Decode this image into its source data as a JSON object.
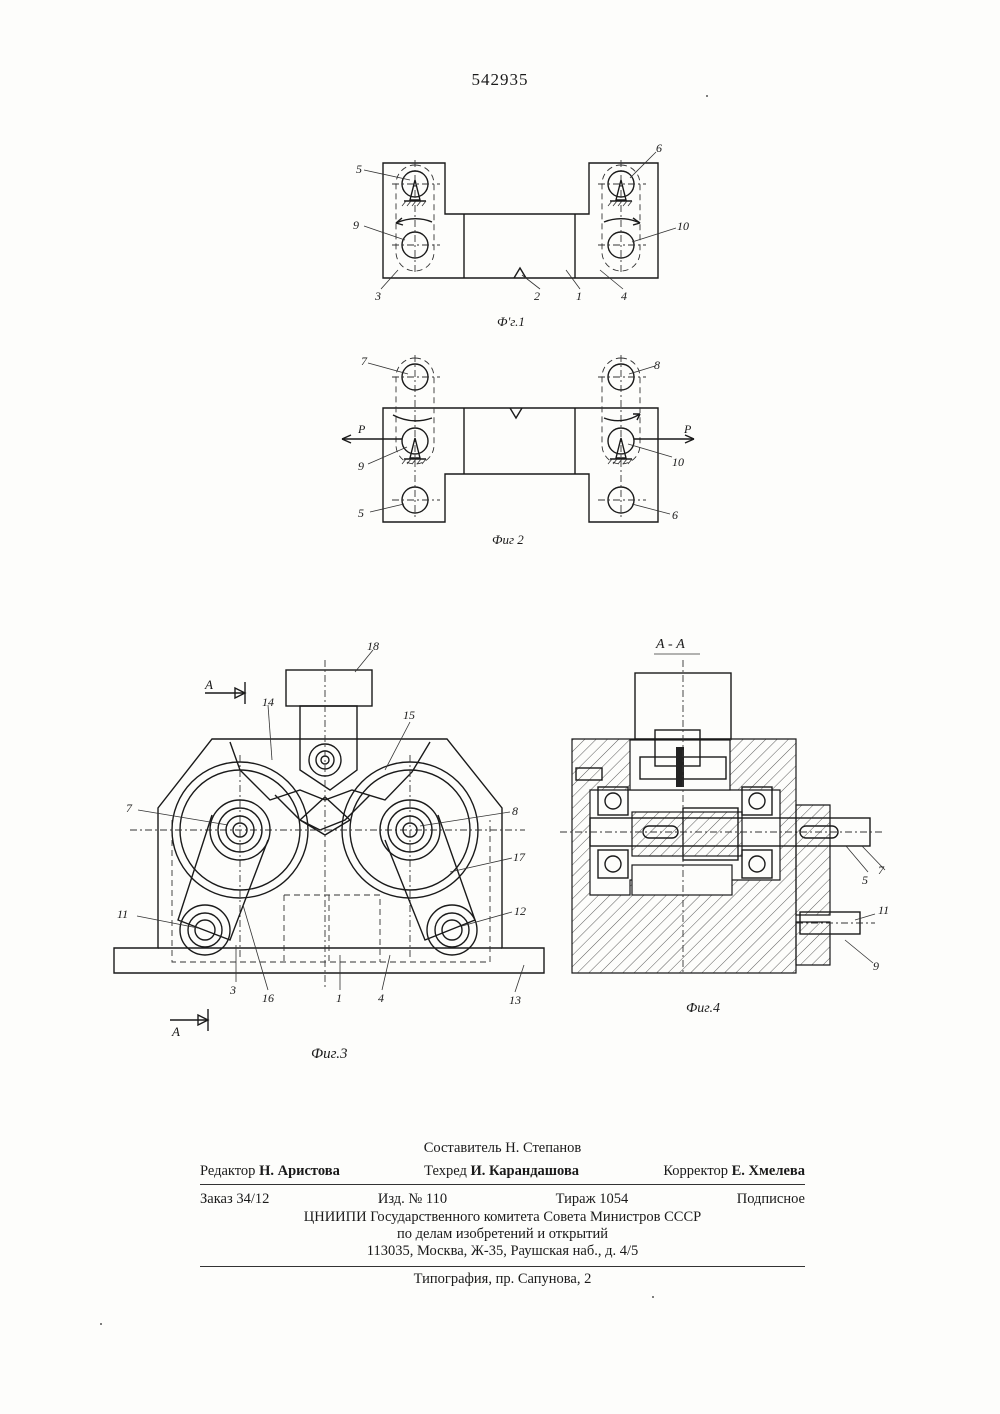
{
  "page_number": "542935",
  "figures": {
    "fig1": {
      "caption": "Ф'г.1",
      "labels": [
        "5",
        "9",
        "3",
        "2",
        "1",
        "4",
        "10",
        "6"
      ]
    },
    "fig2": {
      "caption": "Фиг 2",
      "labels": [
        "7",
        "8",
        "P",
        "P",
        "9",
        "10",
        "5",
        "6"
      ]
    },
    "fig3": {
      "caption": "Фиг.3",
      "section_mark_top": "A",
      "section_mark_bottom": "A",
      "labels": [
        "18",
        "14",
        "15",
        "7",
        "8",
        "17",
        "11",
        "12",
        "3",
        "16",
        "1",
        "4",
        "13"
      ]
    },
    "fig4": {
      "caption": "Фиг.4",
      "section_title": "А - А",
      "labels": [
        "7",
        "5",
        "11",
        "9"
      ]
    }
  },
  "imprint": {
    "compiler": "Составитель Н. Степанов",
    "editor_label": "Редактор",
    "editor_name": "Н. Аристова",
    "techred_label": "Техред",
    "techred_name": "И. Карандашова",
    "corrector_label": "Корректор",
    "corrector_name": "Е. Хмелева",
    "order": "Заказ 34/12",
    "edition": "Изд. № 110",
    "print_run": "Тираж 1054",
    "subscription": "Подписное",
    "org_line1": "ЦНИИПИ Государственного комитета Совета Министров СССР",
    "org_line2": "по делам изобретений и открытий",
    "address": "113035, Москва, Ж-35, Раушская наб., д. 4/5",
    "printer": "Типография, пр. Сапунова, 2"
  }
}
